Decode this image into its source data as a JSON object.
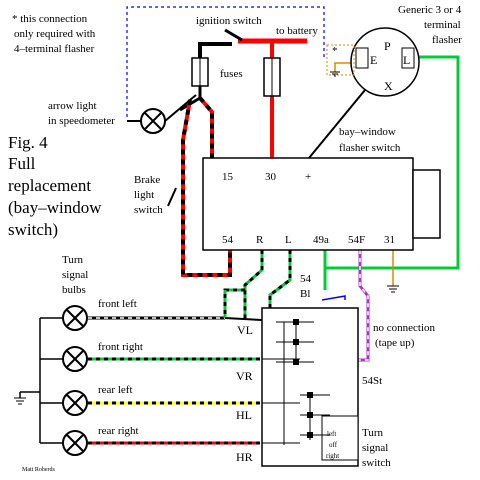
{
  "note": {
    "line1": "* this connection",
    "line2": "only required with",
    "line3": "4–terminal flasher"
  },
  "figure": {
    "line1": "Fig. 4",
    "line2": "Full",
    "line3": "replacement",
    "line4": "(bay–window",
    "line5": " switch)"
  },
  "labels": {
    "ignition_switch": "ignition switch",
    "to_battery": "to battery",
    "fuses": "fuses",
    "arrow_light_1": "arrow light",
    "arrow_light_2": "in speedometer",
    "brake_1": "Brake",
    "brake_2": "light",
    "brake_3": "switch",
    "bay_window_1": "bay–window",
    "bay_window_2": "flasher switch",
    "turn_bulbs_1": "Turn",
    "turn_bulbs_2": "signal",
    "turn_bulbs_3": "bulbs",
    "front_left": "front left",
    "front_right": "front right",
    "rear_left": "rear left",
    "rear_right": "rear right",
    "no_connection_1": "no connection",
    "no_connection_2": "(tape up)",
    "turn_switch_1": "Turn",
    "turn_switch_2": "signal",
    "turn_switch_3": "switch",
    "author": "Matt Roberds"
  },
  "flasher": {
    "title_1": "Generic 3 or 4",
    "title_2": "terminal",
    "title_3": "flasher",
    "star": "*",
    "E": "E",
    "P": "P",
    "L": "L",
    "X": "X"
  },
  "terminals": {
    "t15": "15",
    "t30": "30",
    "tplus": "+",
    "t54": "54",
    "tR": "R",
    "tL": "L",
    "t49a": "49a",
    "t54F": "54F",
    "t31": "31",
    "t54Bl_1": "54",
    "t54Bl_2": "Bl",
    "t54St": "54St"
  },
  "switch_terms": {
    "VL": "VL",
    "VR": "VR",
    "HL": "HL",
    "HR": "HR",
    "left": "left",
    "off": "off",
    "right": "right"
  },
  "colors": {
    "black": "#000000",
    "red": "#ff0000",
    "green": "#00cc33",
    "yellow": "#ffff00",
    "purple": "#aa33cc",
    "blue": "#0000ff",
    "orange": "#dd8800",
    "white": "#ffffff"
  }
}
